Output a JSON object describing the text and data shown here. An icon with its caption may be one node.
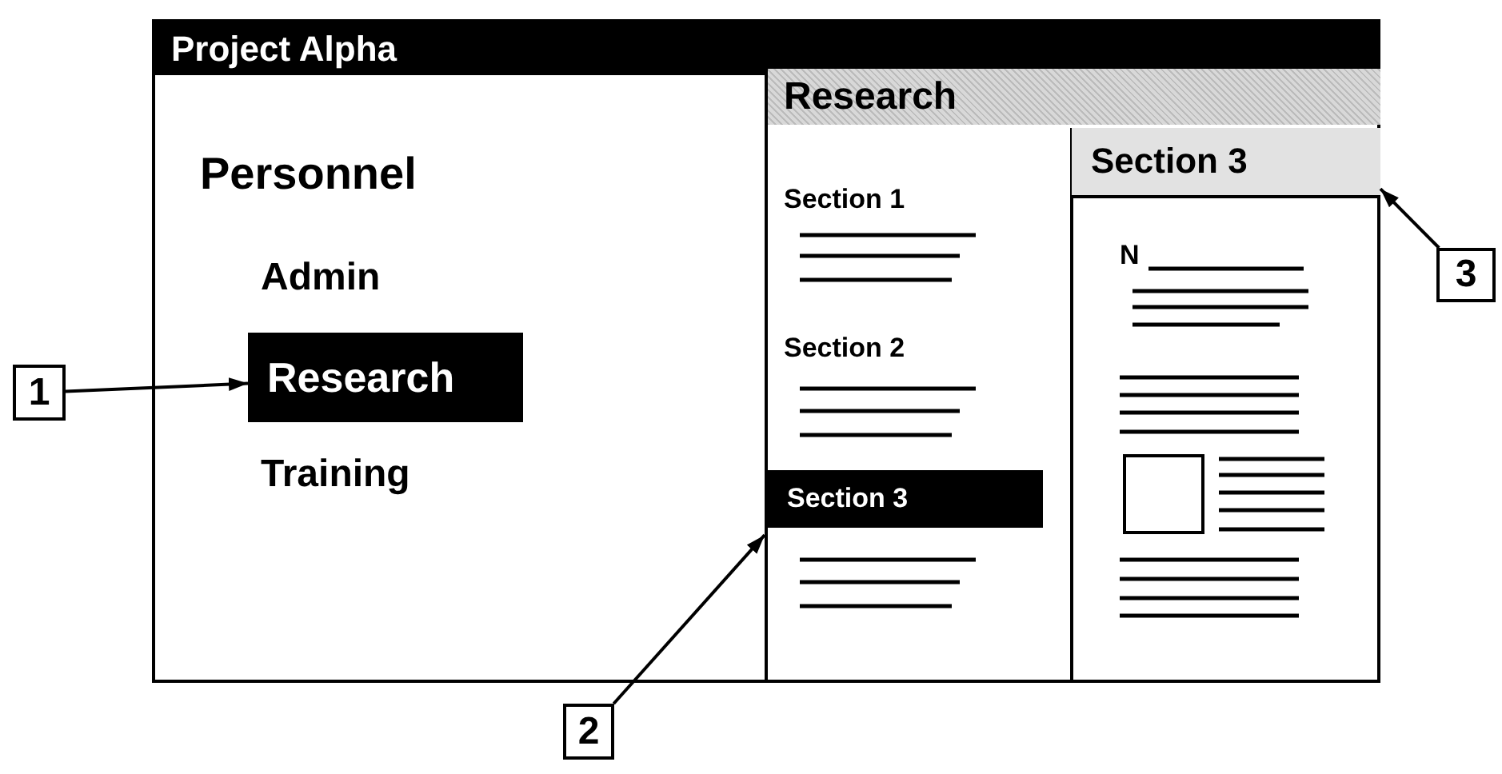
{
  "diagram": {
    "nodes": [
      {
        "text": [
          "Project Alpha"
        ]
      },
      {
        "text": [
          "Research"
        ],
        "in": 0
      },
      {
        "text": [
          "Research"
        ],
        "in": 0
      },
      {
        "text": [
          "Section 3"
        ],
        "in": 2
      },
      {
        "text": [
          "Section 3"
        ],
        "in": 2
      },
      {
        "text": [
          "1"
        ]
      },
      {
        "text": [
          "2"
        ]
      },
      {
        "text": [
          "3"
        ]
      }
    ],
    "edges": [
      {
        "from": 5,
        "to": 1,
        "arrow": "to"
      },
      {
        "from": 6,
        "to": 2,
        "arrow": "to"
      },
      {
        "from": 7,
        "to": 4,
        "arrow": "to"
      }
    ],
    "labels": [
      "Personnel",
      "Admin",
      "Training",
      "Section 1",
      "Section 2",
      "N"
    ]
  }
}
